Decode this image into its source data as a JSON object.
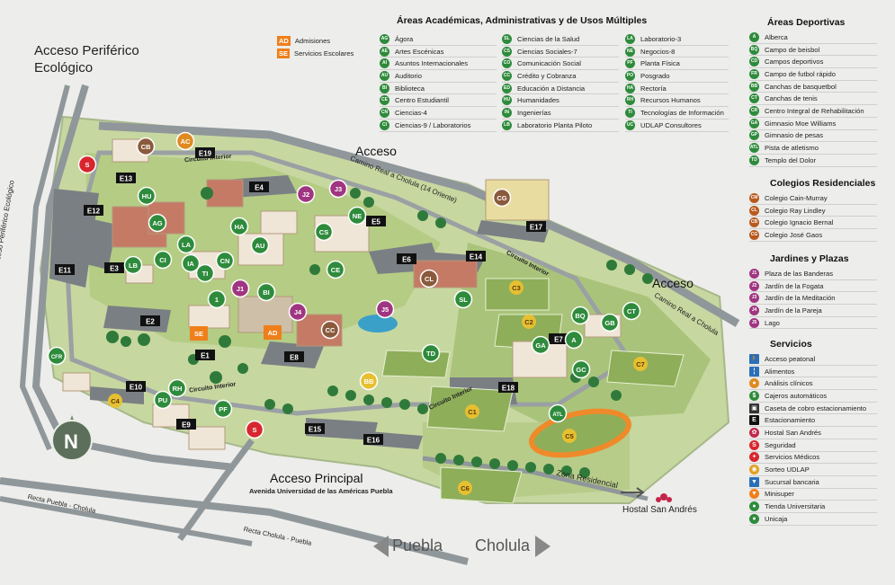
{
  "map_title": {
    "line1": "Acceso Periférico",
    "line2": "Ecológico"
  },
  "accesses": {
    "acceso_top": "Acceso",
    "acceso_right": "Acceso",
    "acceso_principal": "Acceso Principal",
    "avenida": "Avenida Universidad de las Américas Puebla"
  },
  "roads": {
    "periferico": "Acceso Periférico Ecológico",
    "camino_real_top": "Camino Real a Cholula (14 Oriente)",
    "camino_real_right": "Camino Real a Cholula",
    "circuito_1": "Circuito Interior",
    "circuito_2": "Circuito Interior",
    "circuito_3": "Circuito Interior",
    "circuito_4": "Circuito Interior",
    "recta_puebla_cholula": "Recta Puebla - Cholula",
    "recta_cholula_puebla": "Recta Cholula - Puebla",
    "zona_residencial": "Zona Residencial",
    "hostal": "Hostal San Andrés"
  },
  "compass": "N",
  "nav": {
    "left": "Puebla",
    "right": "Cholula"
  },
  "admissions": [
    {
      "code": "AD",
      "label": "Admisiones"
    },
    {
      "code": "SE",
      "label": "Servicios Escolares"
    }
  ],
  "academic": {
    "title": "Áreas Académicas, Administrativas y de Usos Múltiples",
    "col1": [
      {
        "code": "AG",
        "label": "Ágora"
      },
      {
        "code": "AE",
        "label": "Artes Escénicas"
      },
      {
        "code": "AI",
        "label": "Asuntos Internacionales"
      },
      {
        "code": "AU",
        "label": "Auditorio"
      },
      {
        "code": "BI",
        "label": "Biblioteca"
      },
      {
        "code": "CE",
        "label": "Centro Estudiantil"
      },
      {
        "code": "CN",
        "label": "Ciencias-4"
      },
      {
        "code": "CI",
        "label": "Ciencias-9 / Laboratorios"
      }
    ],
    "col2": [
      {
        "code": "SL",
        "label": "Ciencias de la Salud"
      },
      {
        "code": "CS",
        "label": "Ciencias Sociales-7"
      },
      {
        "code": "CO",
        "label": "Comunicación Social"
      },
      {
        "code": "CC",
        "label": "Crédito y Cobranza"
      },
      {
        "code": "ED",
        "label": "Educación a Distancia"
      },
      {
        "code": "HU",
        "label": "Humanidades"
      },
      {
        "code": "IN",
        "label": "Ingenierías"
      },
      {
        "code": "LB",
        "label": "Laboratorio Planta Piloto"
      }
    ],
    "col3": [
      {
        "code": "LA",
        "label": "Laboratorio-3"
      },
      {
        "code": "NE",
        "label": "Negocios-8"
      },
      {
        "code": "PF",
        "label": "Planta Física"
      },
      {
        "code": "PO",
        "label": "Posgrado"
      },
      {
        "code": "HA",
        "label": "Rectoría"
      },
      {
        "code": "RH",
        "label": "Recursos Humanos"
      },
      {
        "code": "TI",
        "label": "Tecnologías de Información"
      },
      {
        "code": "UC",
        "label": "UDLAP Consultores"
      }
    ]
  },
  "sports": {
    "title": "Áreas Deportivas",
    "items": [
      {
        "code": "A",
        "label": "Alberca"
      },
      {
        "code": "BQ",
        "label": "Campo de beisbol"
      },
      {
        "code": "CD",
        "label": "Campos deportivos"
      },
      {
        "code": "FR",
        "label": "Campo de futbol rápido"
      },
      {
        "code": "BB",
        "label": "Canchas de basquetbol"
      },
      {
        "code": "CT",
        "label": "Canchas de tenis"
      },
      {
        "code": "CR",
        "label": "Centro Integral de Rehabilitación"
      },
      {
        "code": "GA",
        "label": "Gimnasio Moe Williams"
      },
      {
        "code": "GP",
        "label": "Gimnasio de pesas"
      },
      {
        "code": "ATL",
        "label": "Pista de atletismo"
      },
      {
        "code": "TD",
        "label": "Templo del Dolor"
      }
    ]
  },
  "residential": {
    "title": "Colegios Residenciales",
    "items": [
      {
        "code": "CM",
        "label": "Colegio Cain-Murray"
      },
      {
        "code": "CL",
        "label": "Colegio Ray Lindley"
      },
      {
        "code": "CB",
        "label": "Colegio Ignacio Bernal"
      },
      {
        "code": "CG",
        "label": "Colegio José Gaos"
      }
    ]
  },
  "gardens": {
    "title": "Jardines y Plazas",
    "items": [
      {
        "code": "J1",
        "label": "Plaza de las Banderas"
      },
      {
        "code": "J2",
        "label": "Jardín de la Fogata"
      },
      {
        "code": "J3",
        "label": "Jardín de la Meditación"
      },
      {
        "code": "J4",
        "label": "Jardín de la Pareja"
      },
      {
        "code": "J5",
        "label": "Lago"
      }
    ]
  },
  "services": {
    "title": "Servicios",
    "items": [
      {
        "icon": "walk-icon",
        "label": "Acceso peatonal"
      },
      {
        "icon": "food-icon",
        "label": "Alimentos"
      },
      {
        "icon": "lab-icon",
        "label": "Análisis clínicos"
      },
      {
        "icon": "atm-icon",
        "label": "Cajeros automáticos"
      },
      {
        "icon": "parking-booth-icon",
        "label": "Caseta de cobro estacionamiento"
      },
      {
        "icon": "parking-icon",
        "label": "Estacionamiento"
      },
      {
        "icon": "lotus-icon",
        "label": "Hostal San Andrés"
      },
      {
        "icon": "security-icon",
        "label": "Seguridad"
      },
      {
        "icon": "medical-icon",
        "label": "Servicios Médicos"
      },
      {
        "icon": "lottery-icon",
        "label": "Sorteo UDLAP"
      },
      {
        "icon": "bank-icon",
        "label": "Sucursal bancaria"
      },
      {
        "icon": "minisuper-icon",
        "label": "Minisuper"
      },
      {
        "icon": "store-icon",
        "label": "Tienda Universitaria"
      },
      {
        "icon": "unicaja-icon",
        "label": "Unicaja"
      }
    ]
  },
  "parking": [
    "E1",
    "E2",
    "E3",
    "E4",
    "E5",
    "E6",
    "E7",
    "E8",
    "E9",
    "E10",
    "E11",
    "E12",
    "E13",
    "E14",
    "E15",
    "E16",
    "E17",
    "E18",
    "E19"
  ],
  "fields": [
    "C1",
    "C2",
    "C3",
    "C4",
    "C5",
    "C6",
    "C7"
  ],
  "map_pins": [
    "AC",
    "CB",
    "S",
    "HU",
    "AG",
    "LA",
    "LB",
    "CI",
    "IA",
    "TI",
    "CN",
    "1",
    "HA",
    "AU",
    "J2",
    "J3",
    "NE",
    "CS",
    "CE",
    "J1",
    "BI",
    "J4",
    "J5",
    "CC",
    "CL",
    "SL",
    "CG",
    "BQ",
    "GB",
    "CT",
    "A",
    "GA",
    "GC",
    "TD",
    "BB",
    "RH",
    "PU",
    "PF",
    "S",
    "SE",
    "AD",
    "CFR",
    "ATL"
  ],
  "colors": {
    "green": "#2e8b3c",
    "orange": "#ef7f1a",
    "purple": "#a03581",
    "brown": "#8a5a3c",
    "red": "#d8262e",
    "grass": "#b7c98a",
    "road": "#9aa0a3"
  }
}
